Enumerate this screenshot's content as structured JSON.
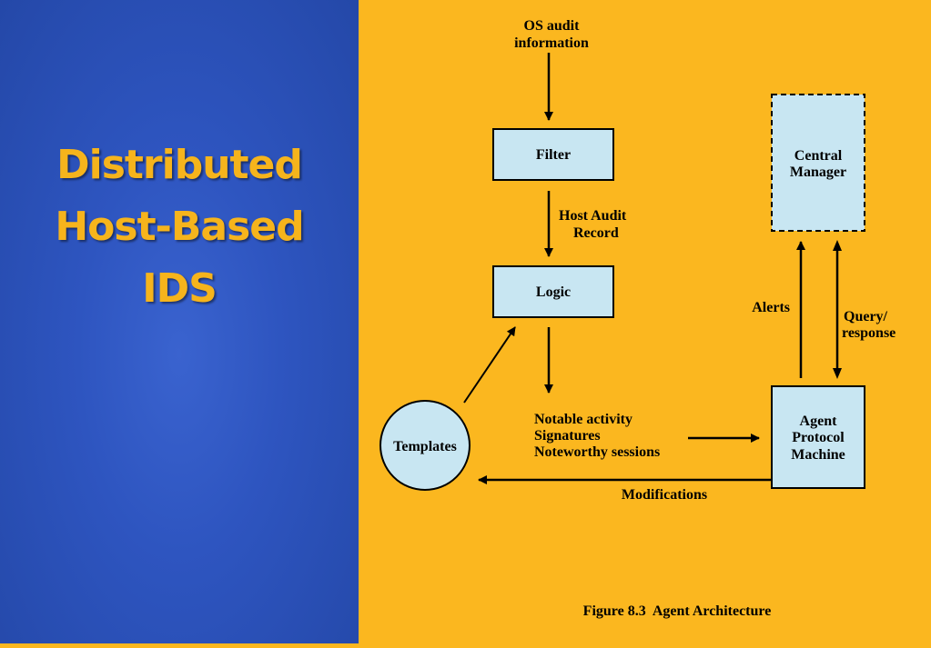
{
  "slide": {
    "title_lines": [
      "Distributed",
      "Host-Based",
      "IDS"
    ]
  },
  "diagram": {
    "input": {
      "line1": "OS audit",
      "line2": "information"
    },
    "filter": "Filter",
    "host_audit": {
      "line1": "Host Audit",
      "line2": "Record"
    },
    "logic": "Logic",
    "central_manager": {
      "line1": "Central",
      "line2": "Manager"
    },
    "alerts": "Alerts",
    "query": {
      "line1": "Query/",
      "line2": "response"
    },
    "templates": "Templates",
    "notable": [
      "Notable activity",
      "Signatures",
      "Noteworthy sessions"
    ],
    "agent": [
      "Agent",
      "Protocol",
      "Machine"
    ],
    "modifications": "Modifications",
    "caption": "Figure 8.3  Agent Architecture"
  },
  "colors": {
    "box_fill": "#c8e6f2",
    "right_background": "#fbb71f",
    "title_color": "#f6b41c"
  }
}
